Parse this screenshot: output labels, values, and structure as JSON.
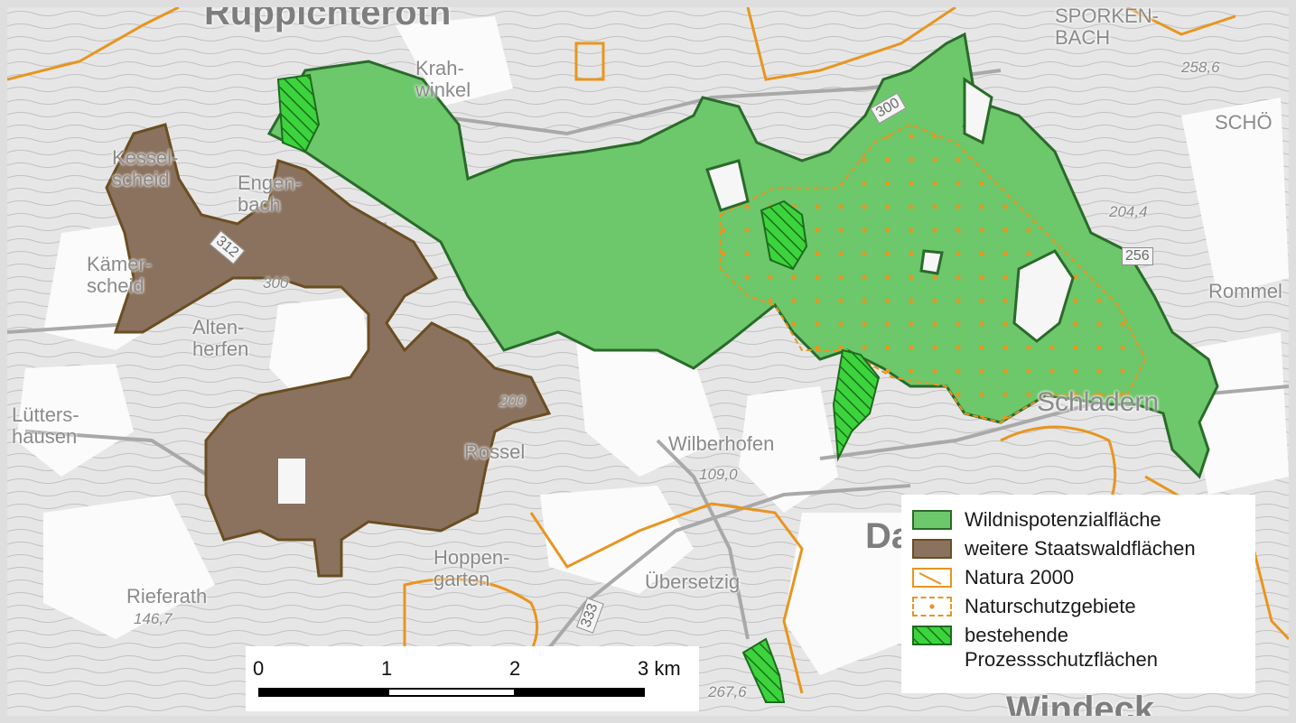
{
  "colors": {
    "wildnis_fill": "#6dc76b",
    "wildnis_stroke": "#2a6a2a",
    "staatswald_fill": "#8a725f",
    "staatswald_stroke": "#6a4e22",
    "natura_stroke": "#e8951f",
    "prozess_fill": "#3cd43c",
    "prozess_hatch": "#1e6b1e"
  },
  "places": [
    {
      "name": "Ruppichteroth",
      "cls": "big"
    },
    {
      "name": "SPORKEN-\nBACH",
      "cls": ""
    },
    {
      "name": "Krah-\nwinkel",
      "cls": ""
    },
    {
      "name": "Kessel-\nscheid",
      "cls": ""
    },
    {
      "name": "Engen-\nbach",
      "cls": ""
    },
    {
      "name": "Kämer-\nscheid",
      "cls": ""
    },
    {
      "name": "Alten-\nherfen",
      "cls": ""
    },
    {
      "name": "Lütters-\nhausen",
      "cls": ""
    },
    {
      "name": "Rossel",
      "cls": ""
    },
    {
      "name": "Wilberhofen",
      "cls": ""
    },
    {
      "name": "Hoppen-\ngarten",
      "cls": ""
    },
    {
      "name": "Übersetzig",
      "cls": ""
    },
    {
      "name": "Rieferath",
      "cls": ""
    },
    {
      "name": "SCHÖ",
      "cls": ""
    },
    {
      "name": "Rommel",
      "cls": ""
    },
    {
      "name": "Schladern",
      "cls": ""
    },
    {
      "name": "Windeck",
      "cls": "big"
    },
    {
      "name": "Dat",
      "cls": "big"
    },
    {
      "name": "258,6",
      "cls": "small"
    },
    {
      "name": "204,4",
      "cls": "small"
    },
    {
      "name": "109,0",
      "cls": "small"
    },
    {
      "name": "146,7",
      "cls": "small"
    },
    {
      "name": "267,6",
      "cls": "small"
    },
    {
      "name": "300",
      "cls": "small"
    },
    {
      "name": "200",
      "cls": "small"
    }
  ],
  "roads": [
    "312",
    "300",
    "333",
    "256"
  ],
  "legend": {
    "items": [
      {
        "label": "Wildnispotenzialfläche",
        "icon": "wildnis-swatch"
      },
      {
        "label": "weitere Staatswaldflächen",
        "icon": "staatswald-swatch"
      },
      {
        "label": "Natura 2000",
        "icon": "natura-swatch"
      },
      {
        "label": "Naturschutzgebiete",
        "icon": "naturschutz-swatch"
      },
      {
        "label": "bestehende\nProzessschutzflächen",
        "icon": "prozess-swatch"
      }
    ]
  },
  "scalebar": {
    "ticks": [
      "0",
      "1",
      "2",
      "3 km"
    ]
  }
}
